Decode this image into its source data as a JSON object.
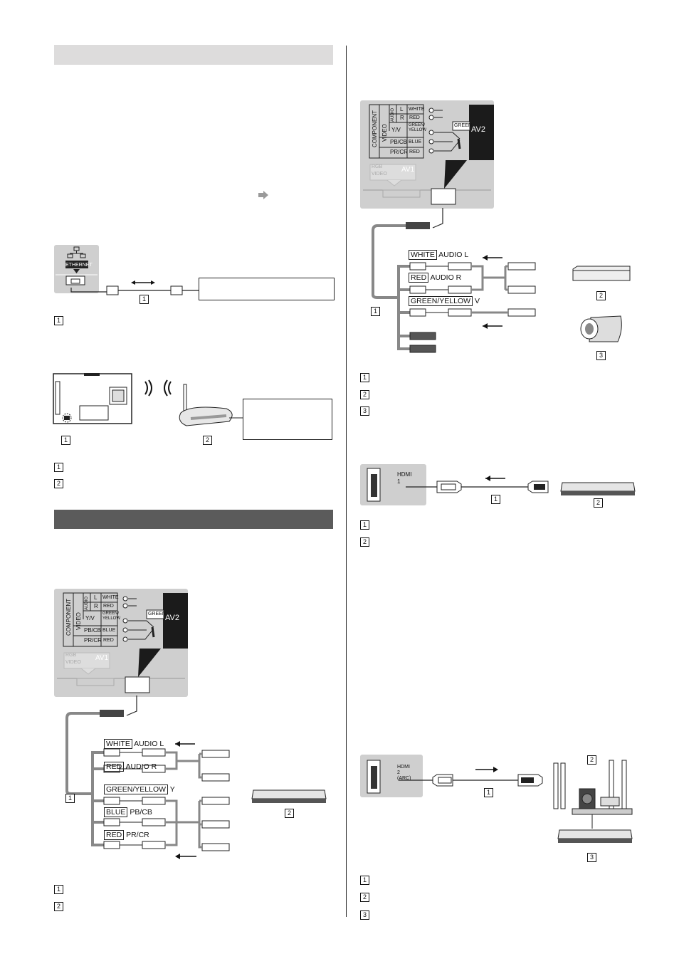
{
  "left": {
    "lan": {
      "port_label": "ETHERNET",
      "cable_num": "1",
      "legend": [
        "1"
      ]
    },
    "wifi": {
      "num_tv": "1",
      "num_router": "2",
      "legend": [
        "1",
        "2"
      ]
    },
    "av": {
      "panel": {
        "component": "COMPONENT",
        "video": "VIDEO",
        "audio": "AUDIO",
        "rows": [
          "L",
          "R",
          "Y/V",
          "PB/CB",
          "PR/CR"
        ],
        "colors": [
          "WHITE",
          "RED",
          "GREEN/\nYELLOW",
          "BLUE",
          "RED"
        ],
        "green": "GREEN",
        "av2": "AV2",
        "av1": "AV1",
        "rgb": "RGB",
        "video_small": "VIDEO"
      },
      "tags": {
        "white": "WHITE",
        "audio_l": " AUDIO L",
        "red": "RED",
        "audio_r": " AUDIO R",
        "gy": "GREEN/YELLOW",
        "y": " Y",
        "blue": "BLUE",
        "pb": " PB/CB",
        "red2": "RED",
        "pr": " PR/CR"
      },
      "num_cable": "1",
      "num_device": "2",
      "legend": [
        "1",
        "2"
      ]
    }
  },
  "right": {
    "av": {
      "panel": {
        "component": "COMPONENT",
        "video": "VIDEO",
        "audio": "AUDIO",
        "rows": [
          "L",
          "R",
          "Y/V",
          "PB/CB",
          "PR/CR"
        ],
        "colors": [
          "WHITE",
          "RED",
          "GREEN/\nYELLOW",
          "BLUE",
          "RED"
        ],
        "green": "GREEN",
        "av2": "AV2",
        "av1": "AV1",
        "rgb": "RGB",
        "video_small": "VIDEO"
      },
      "tags": {
        "white": "WHITE",
        "audio_l": " AUDIO L",
        "red": "RED",
        "audio_r": " AUDIO R",
        "gy": "GREEN/YELLOW",
        "v": " V"
      },
      "num_cable": "1",
      "num_dev2": "2",
      "num_dev3": "3",
      "legend": [
        "1",
        "2",
        "3"
      ]
    },
    "hdmi1": {
      "port": "HDMI\n1",
      "num_cable": "1",
      "num_device": "2",
      "legend": [
        "1",
        "2"
      ]
    },
    "hdmi2": {
      "port": "HDMI\n2\n(ARC)",
      "num_cable": "1",
      "num_theater": "2",
      "num_player": "3",
      "legend": [
        "1",
        "2",
        "3"
      ]
    }
  }
}
